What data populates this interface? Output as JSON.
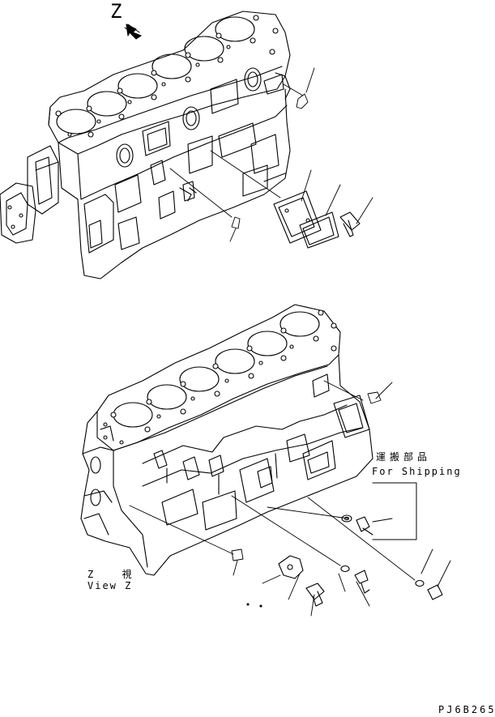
{
  "labels": {
    "z_arrow": "Z",
    "shipping_jp": "運搬部品",
    "shipping_en": "For Shipping",
    "view_jp": "Z 視",
    "view_en": "View Z",
    "drawing_code": "PJ6B265"
  }
}
